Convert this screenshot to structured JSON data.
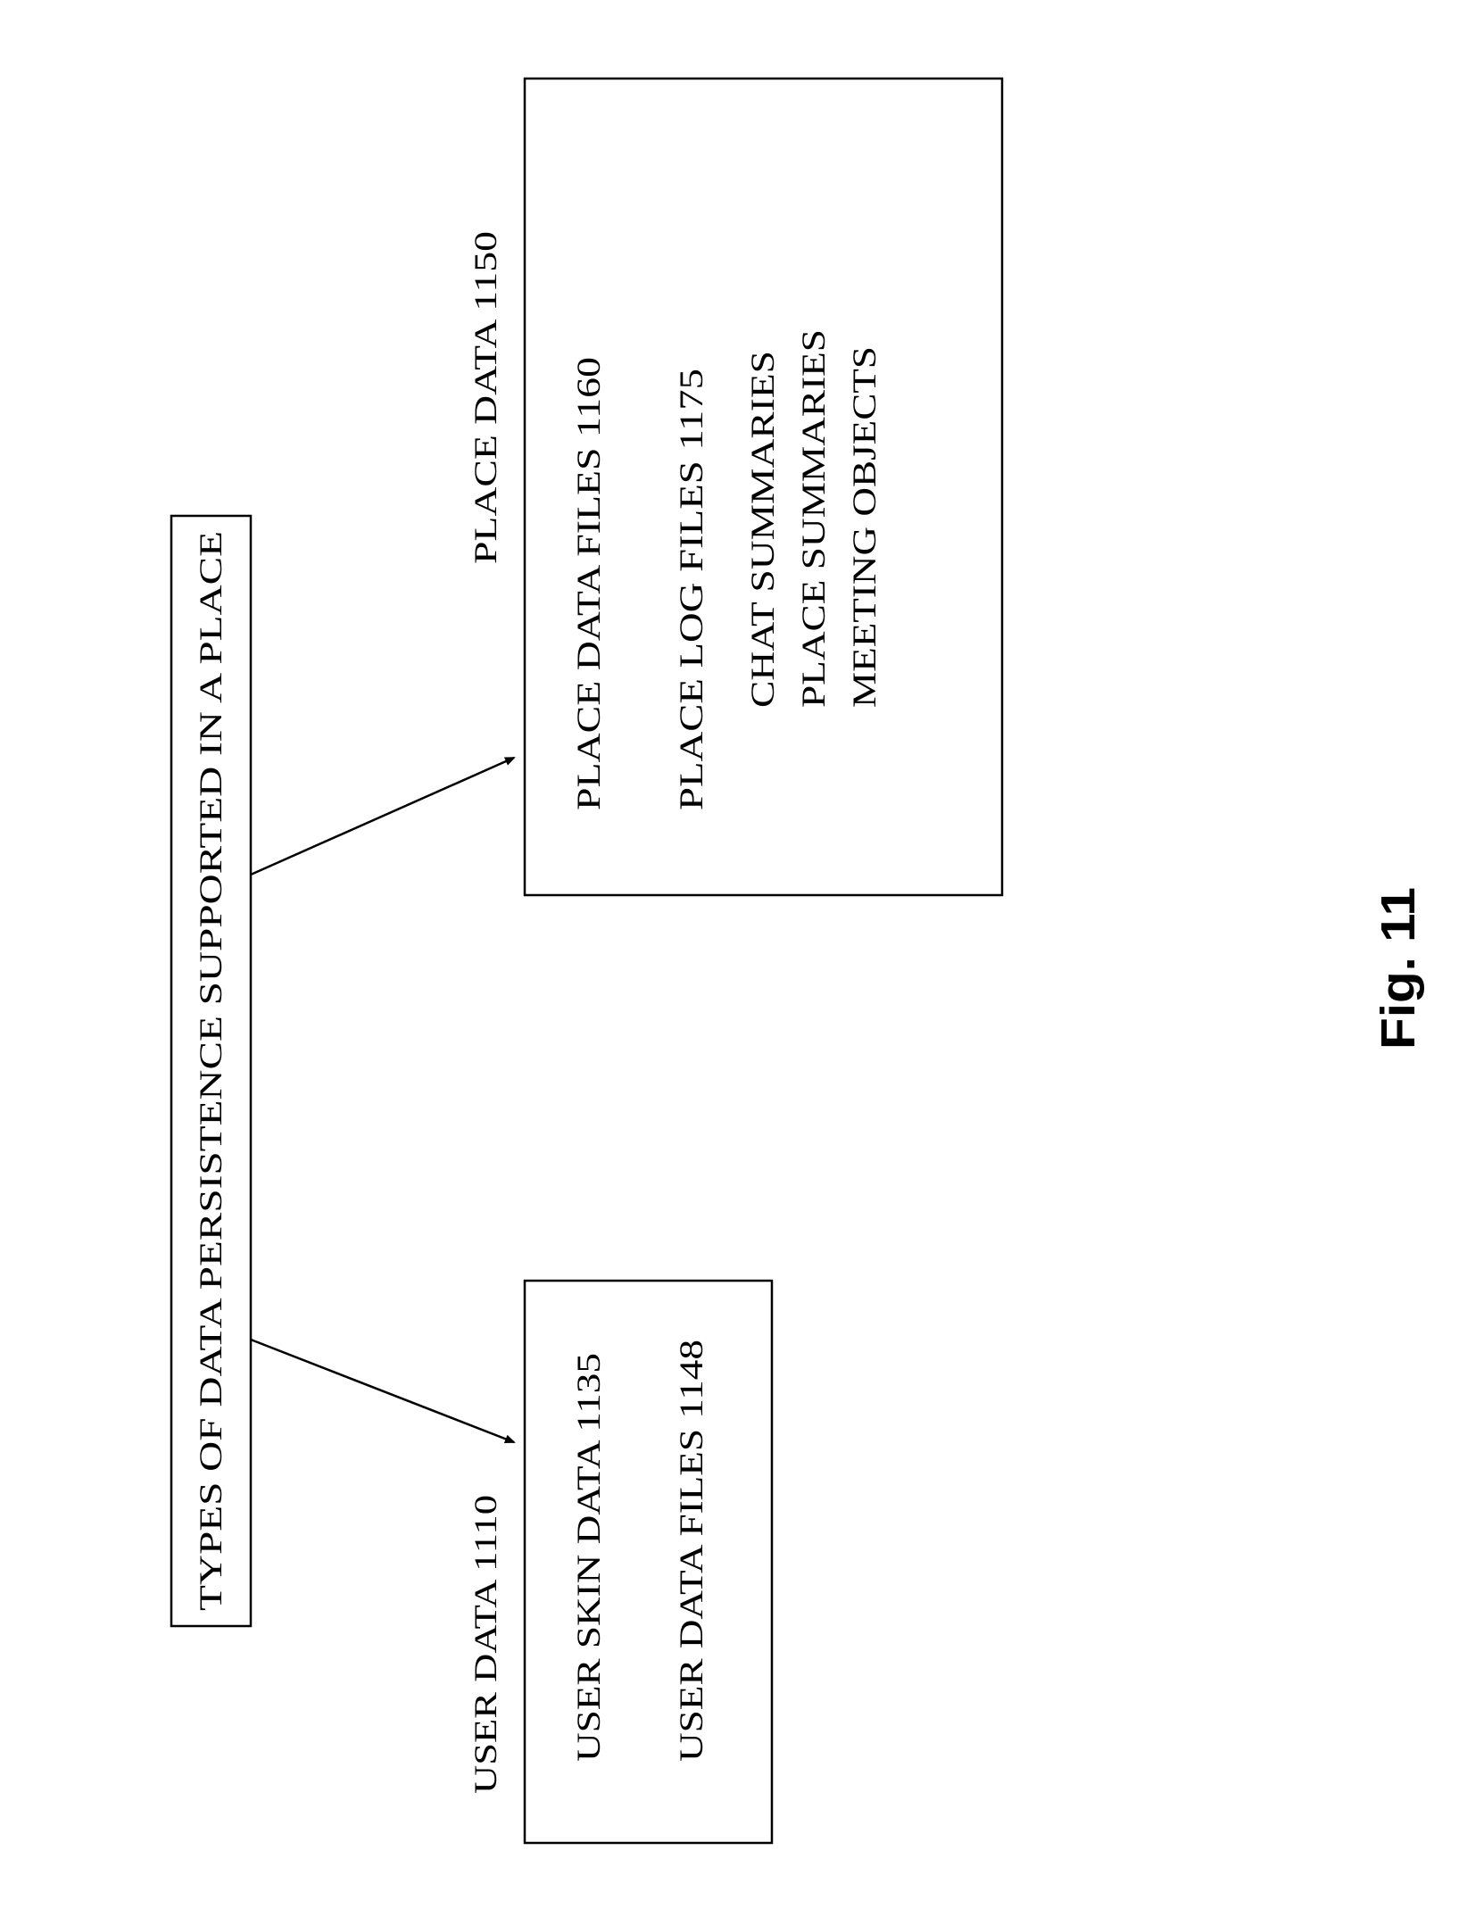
{
  "root": {
    "label": "TYPES OF DATA PERSISTENCE SUPPORTED IN A PLACE"
  },
  "user_data": {
    "title": "USER DATA 1110",
    "items": [
      "USER SKIN DATA 1135",
      "USER DATA FILES 1148"
    ]
  },
  "place_data": {
    "title": "PLACE DATA 1150",
    "items": [
      "PLACE DATA FILES 1160",
      "PLACE LOG FILES 1175"
    ],
    "sub_items": [
      "CHAT SUMMARIES",
      "PLACE SUMMARIES",
      "MEETING OBJECTS"
    ]
  },
  "figure_label": "Fig. 11"
}
